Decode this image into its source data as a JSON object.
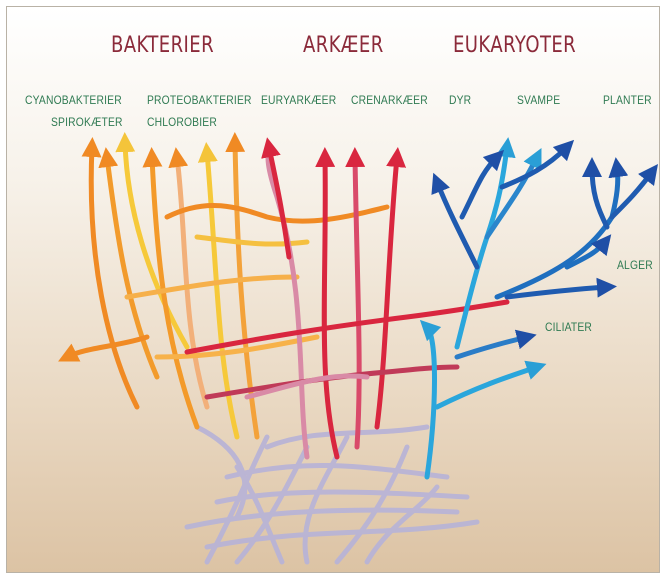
{
  "domains": {
    "bacteria": "BAKTERIER",
    "archaea": "ARKÆER",
    "eukaryotes": "EUKARYOTER"
  },
  "groups": {
    "cyanobacteria": "CYANOBAKTERIER",
    "spirochetes": "SPIROKÆTER",
    "proteobacteria": "PROTEOBAKTERIER",
    "chlorobia": "CHLOROBIER",
    "euryarchaea": "EURYARKÆER",
    "crenarchaea": "CRENARKÆER",
    "animals": "DYR",
    "fungi": "SVAMPE",
    "plants": "PLANTER",
    "algae": "ALGER",
    "ciliates": "CILIATER"
  },
  "colors": {
    "domain_text": "#8b2a3a",
    "group_text": "#2f7a52",
    "bacteria_orange": "#f08a24",
    "bacteria_yellow": "#f6c93a",
    "archaea_red": "#d9263f",
    "archaea_pink": "#d98aa6",
    "eukarya_blue": "#1f5bb0",
    "eukarya_cyan": "#2aa6dc",
    "root_lavender": "#b9b4d6"
  }
}
